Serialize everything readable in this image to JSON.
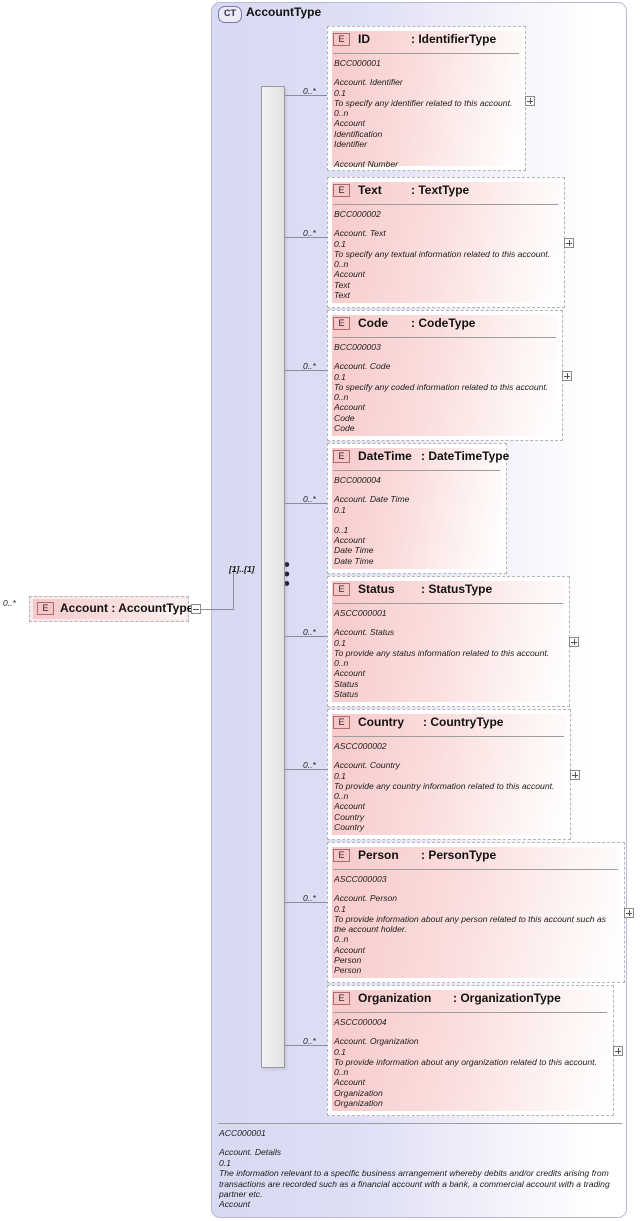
{
  "diagram": {
    "title": "AccountType",
    "type_badge": "CT",
    "element_badge": "E",
    "root": {
      "cardinality": "0..*",
      "label": "Account : AccountType",
      "name": "Account",
      "type": "AccountType",
      "collapse_icon": "minus-icon"
    },
    "compositor": {
      "kind": "sequence",
      "cardinality": "[1]..[1]"
    },
    "elements": [
      {
        "cardinality": "0..*",
        "name": "ID",
        "type": ": IdentifierType",
        "code": "BCC000001",
        "lines": [
          "Account. Identifier",
          "0.1",
          "To specify any identifier related to this account.",
          "0..n",
          "Account",
          "Identification",
          "Identifier",
          "",
          "Account Number"
        ],
        "expand_icon": "plus-icon"
      },
      {
        "cardinality": "0..*",
        "name": "Text",
        "type": ": TextType",
        "code": "BCC000002",
        "lines": [
          "Account. Text",
          "0.1",
          "To specify any textual information related to this account.",
          "0..n",
          "Account",
          "Text",
          "Text"
        ],
        "expand_icon": "plus-icon"
      },
      {
        "cardinality": "0..*",
        "name": "Code",
        "type": ": CodeType",
        "code": "BCC000003",
        "lines": [
          "Account. Code",
          "0.1",
          "To specify any coded information related to this account.",
          "0..n",
          "Account",
          "Code",
          "Code"
        ],
        "expand_icon": "plus-icon"
      },
      {
        "cardinality": "0..*",
        "name": "DateTime",
        "type": ": DateTimeType",
        "code": "BCC000004",
        "lines": [
          "Account. Date Time",
          "0.1",
          "",
          "0..1",
          "Account",
          "Date Time",
          "Date Time"
        ],
        "expand_icon": ""
      },
      {
        "cardinality": "0..*",
        "name": "Status",
        "type": ": StatusType",
        "code": "ASCC000001",
        "lines": [
          "Account. Status",
          "0.1",
          "To provide any status information related to this account.",
          "0..n",
          "Account",
          "Status",
          "Status"
        ],
        "expand_icon": "plus-icon"
      },
      {
        "cardinality": "0..*",
        "name": "Country",
        "type": ": CountryType",
        "code": "ASCC000002",
        "lines": [
          "Account. Country",
          "0.1",
          "To provide any country information related to this account.",
          "0..n",
          "Account",
          "Country",
          "Country"
        ],
        "expand_icon": "plus-icon"
      },
      {
        "cardinality": "0..*",
        "name": "Person",
        "type": ": PersonType",
        "code": "ASCC000003",
        "lines": [
          "Account. Person",
          "0.1",
          "To provide information about any person related to this account such as the account holder.",
          "0..n",
          "Account",
          "Person",
          "Person"
        ],
        "expand_icon": "plus-icon"
      },
      {
        "cardinality": "0..*",
        "name": "Organization",
        "type": ": OrganizationType",
        "code": "ASCC000004",
        "lines": [
          "Account. Organization",
          "0.1",
          "To provide information about any organization related to this account.",
          "0..n",
          "Account",
          "Organization",
          "Organization"
        ],
        "expand_icon": "plus-icon"
      }
    ],
    "footer": {
      "code": "ACC000001",
      "lines": [
        "Account. Details",
        "0.1",
        "The information relevant to a specific business arrangement whereby debits and/or credits arising from transactions are recorded such as a financial account with a bank, a commercial account with a trading partner etc.",
        "Account"
      ]
    }
  },
  "colors": {
    "container_fill": "#dcdcf4",
    "element_fill": "#f8c9ca",
    "badge_border": "#b26b6b",
    "line": "#8c8c9c"
  }
}
